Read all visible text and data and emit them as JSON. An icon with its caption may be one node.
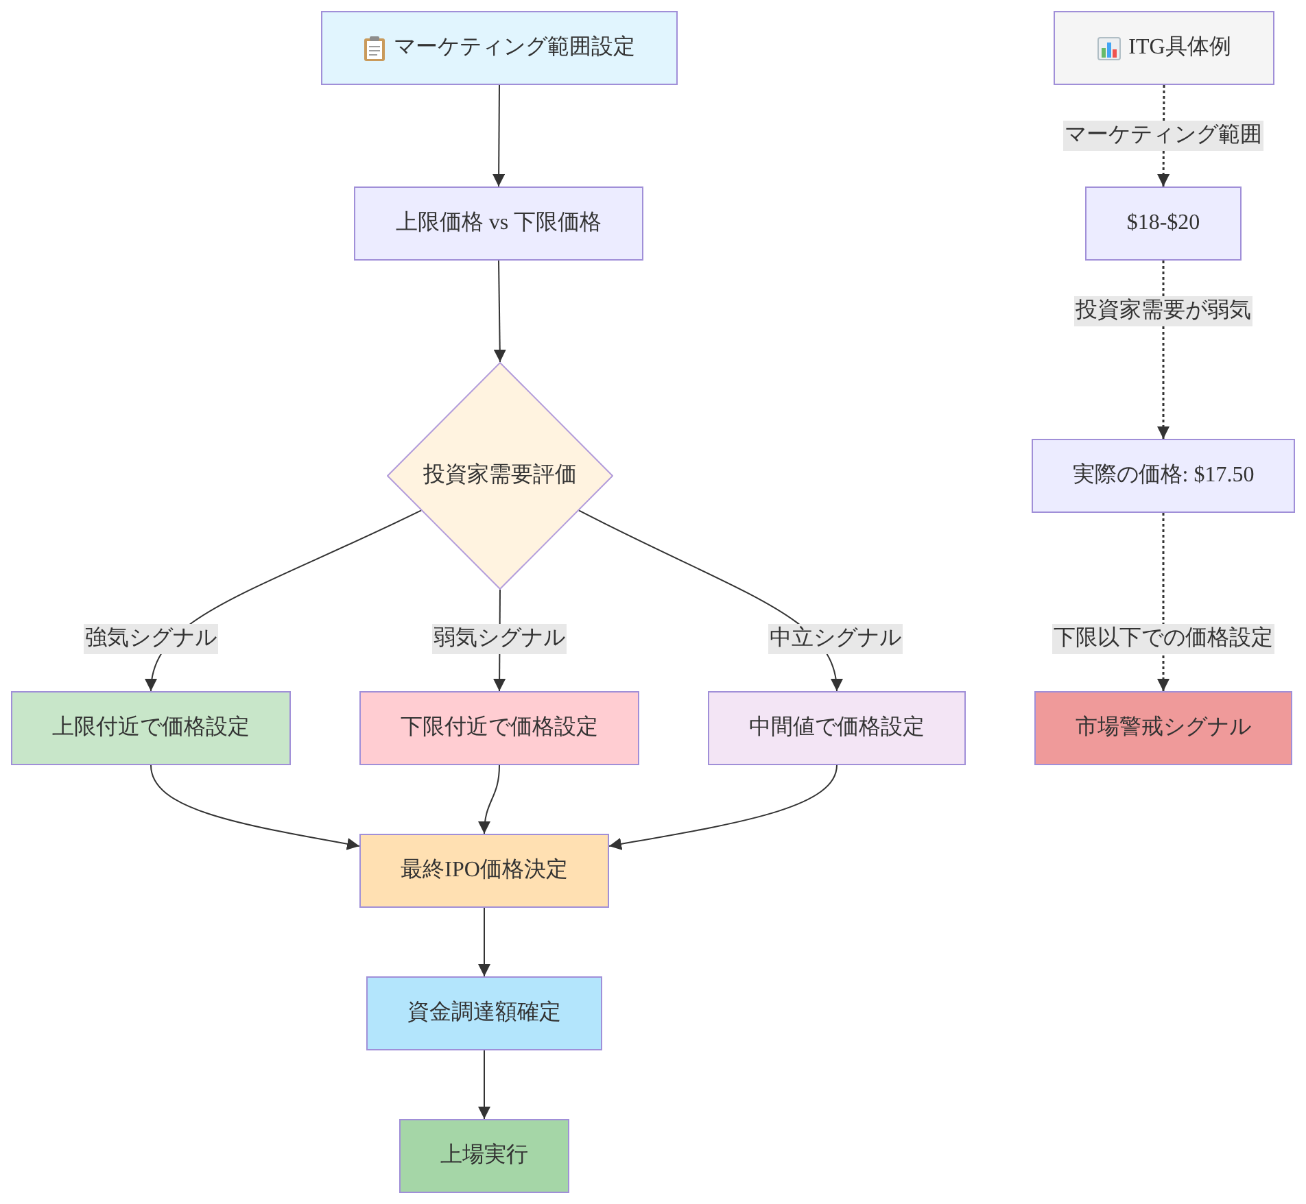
{
  "diagram": {
    "nodes": [
      {
        "text": [
          "マーケティング範囲設定"
        ]
      },
      {
        "text": [
          "上限価格 vs 下限価格"
        ]
      },
      {
        "text": [
          "投資家需要評価"
        ]
      },
      {
        "text": [
          "上限付近で価格設定"
        ]
      },
      {
        "text": [
          "下限付近で価格設定"
        ]
      },
      {
        "text": [
          "中間値で価格設定"
        ]
      },
      {
        "text": [
          "最終IPO価格決定"
        ]
      },
      {
        "text": [
          "資金調達額確定"
        ]
      },
      {
        "text": [
          "上場実行"
        ]
      },
      {
        "text": [
          "ITG具体例"
        ]
      },
      {
        "text": [
          "$18-$20"
        ]
      },
      {
        "text": [
          "実際の価格: $17.50"
        ]
      },
      {
        "text": [
          "市場警戒シグナル"
        ]
      }
    ],
    "edges": [
      {
        "from": 0,
        "to": 1,
        "arrow": "to"
      },
      {
        "from": 1,
        "to": 2,
        "arrow": "to"
      },
      {
        "from": 2,
        "to": 3,
        "arrow": "to",
        "label": "強気シグナル"
      },
      {
        "from": 2,
        "to": 4,
        "arrow": "to",
        "label": "弱気シグナル"
      },
      {
        "from": 2,
        "to": 5,
        "arrow": "to",
        "label": "中立シグナル"
      },
      {
        "from": 3,
        "to": 6,
        "arrow": "to"
      },
      {
        "from": 4,
        "to": 6,
        "arrow": "to"
      },
      {
        "from": 5,
        "to": 6,
        "arrow": "to"
      },
      {
        "from": 6,
        "to": 7,
        "arrow": "to"
      },
      {
        "from": 7,
        "to": 8,
        "arrow": "to"
      },
      {
        "from": 9,
        "to": 10,
        "arrow": "to",
        "label": "マーケティング範囲",
        "style": "dashed"
      },
      {
        "from": 10,
        "to": 11,
        "arrow": "to",
        "label": "投資家需要が弱気",
        "style": "dashed"
      },
      {
        "from": 11,
        "to": 12,
        "arrow": "to",
        "label": "下限以下での価格設定",
        "style": "dashed"
      }
    ]
  }
}
